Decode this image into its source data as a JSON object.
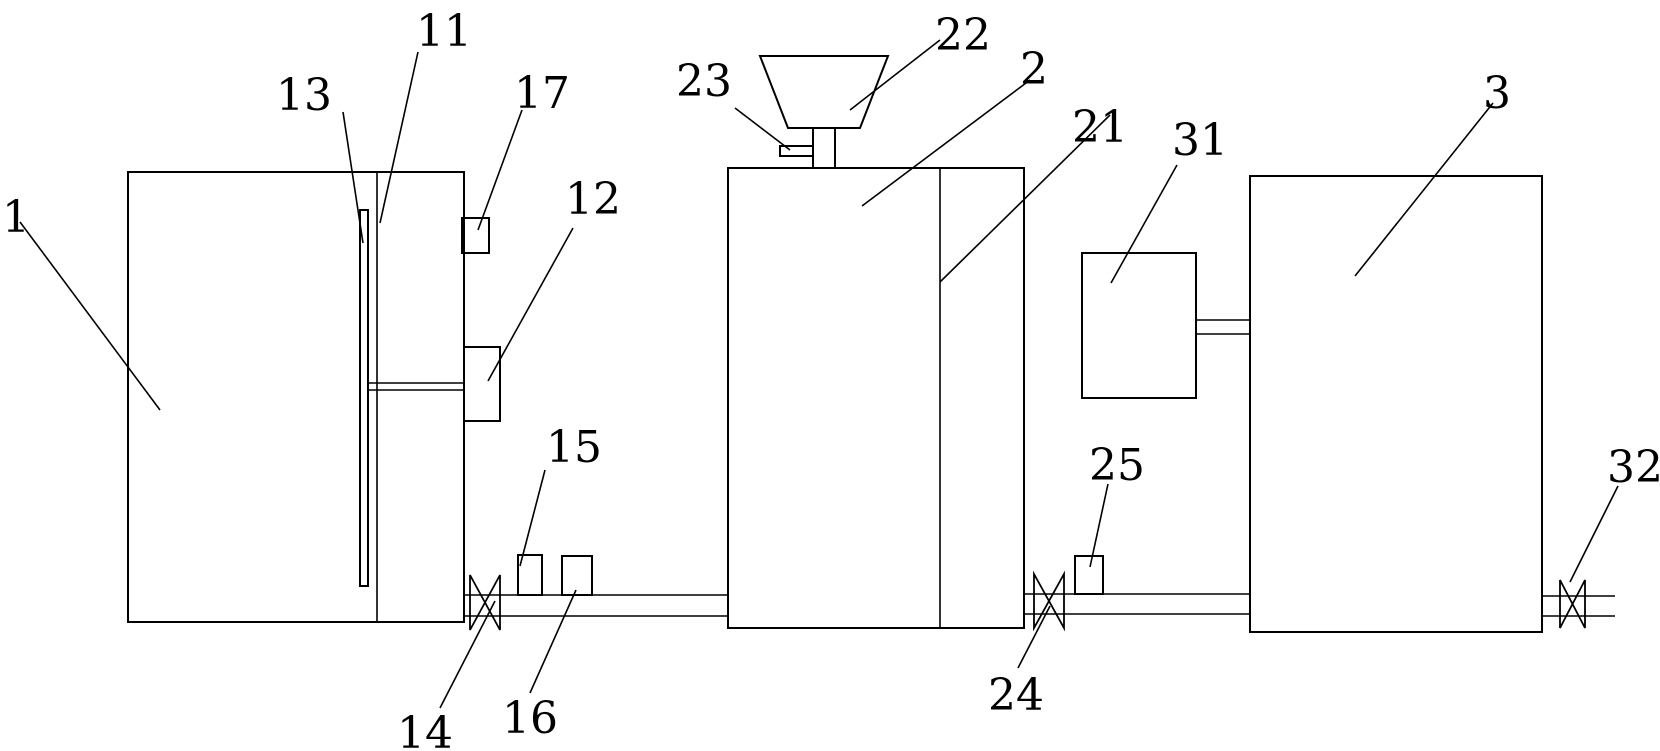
{
  "labels": {
    "l1": "1",
    "l11": "11",
    "l12": "12",
    "l13": "13",
    "l14": "14",
    "l15": "15",
    "l16": "16",
    "l17": "17",
    "l2": "2",
    "l21": "21",
    "l22": "22",
    "l23": "23",
    "l24": "24",
    "l25": "25",
    "l3": "3",
    "l31": "31",
    "l32": "32"
  }
}
